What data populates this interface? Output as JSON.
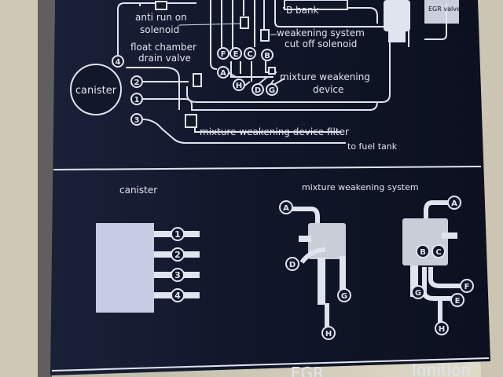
{
  "labels": {
    "b_bank": "B bank",
    "egr_valves": "EGR valves",
    "anti_run_on": "anti run on",
    "solenoid": "solenoid",
    "weakening_system": "weakening system",
    "cut_off_solenoid": "cut off solenoid",
    "float_chamber": "float chamber",
    "drain_valve": "drain valve",
    "canister_top": "canister",
    "mixture_weakening": "mixture weakening",
    "device": "device",
    "filter_label": "mixture weakening device filter",
    "to_fuel_tank": "to fuel tank",
    "canister_section": "canister",
    "mixture_system_section": "mixture weakening system",
    "egr_heading": "EGR",
    "ignition_heading": "Ignition"
  },
  "markers": {
    "one": "1",
    "two": "2",
    "three": "3",
    "four": "4",
    "a": "A",
    "b": "B",
    "c": "C",
    "d": "D",
    "e": "E",
    "f": "F",
    "g": "G",
    "h": "H"
  },
  "colors": {
    "panel": "#12182a",
    "line": "#dfe4ef",
    "frame": "#cfc9b6",
    "shadow": "#3a3a40"
  }
}
